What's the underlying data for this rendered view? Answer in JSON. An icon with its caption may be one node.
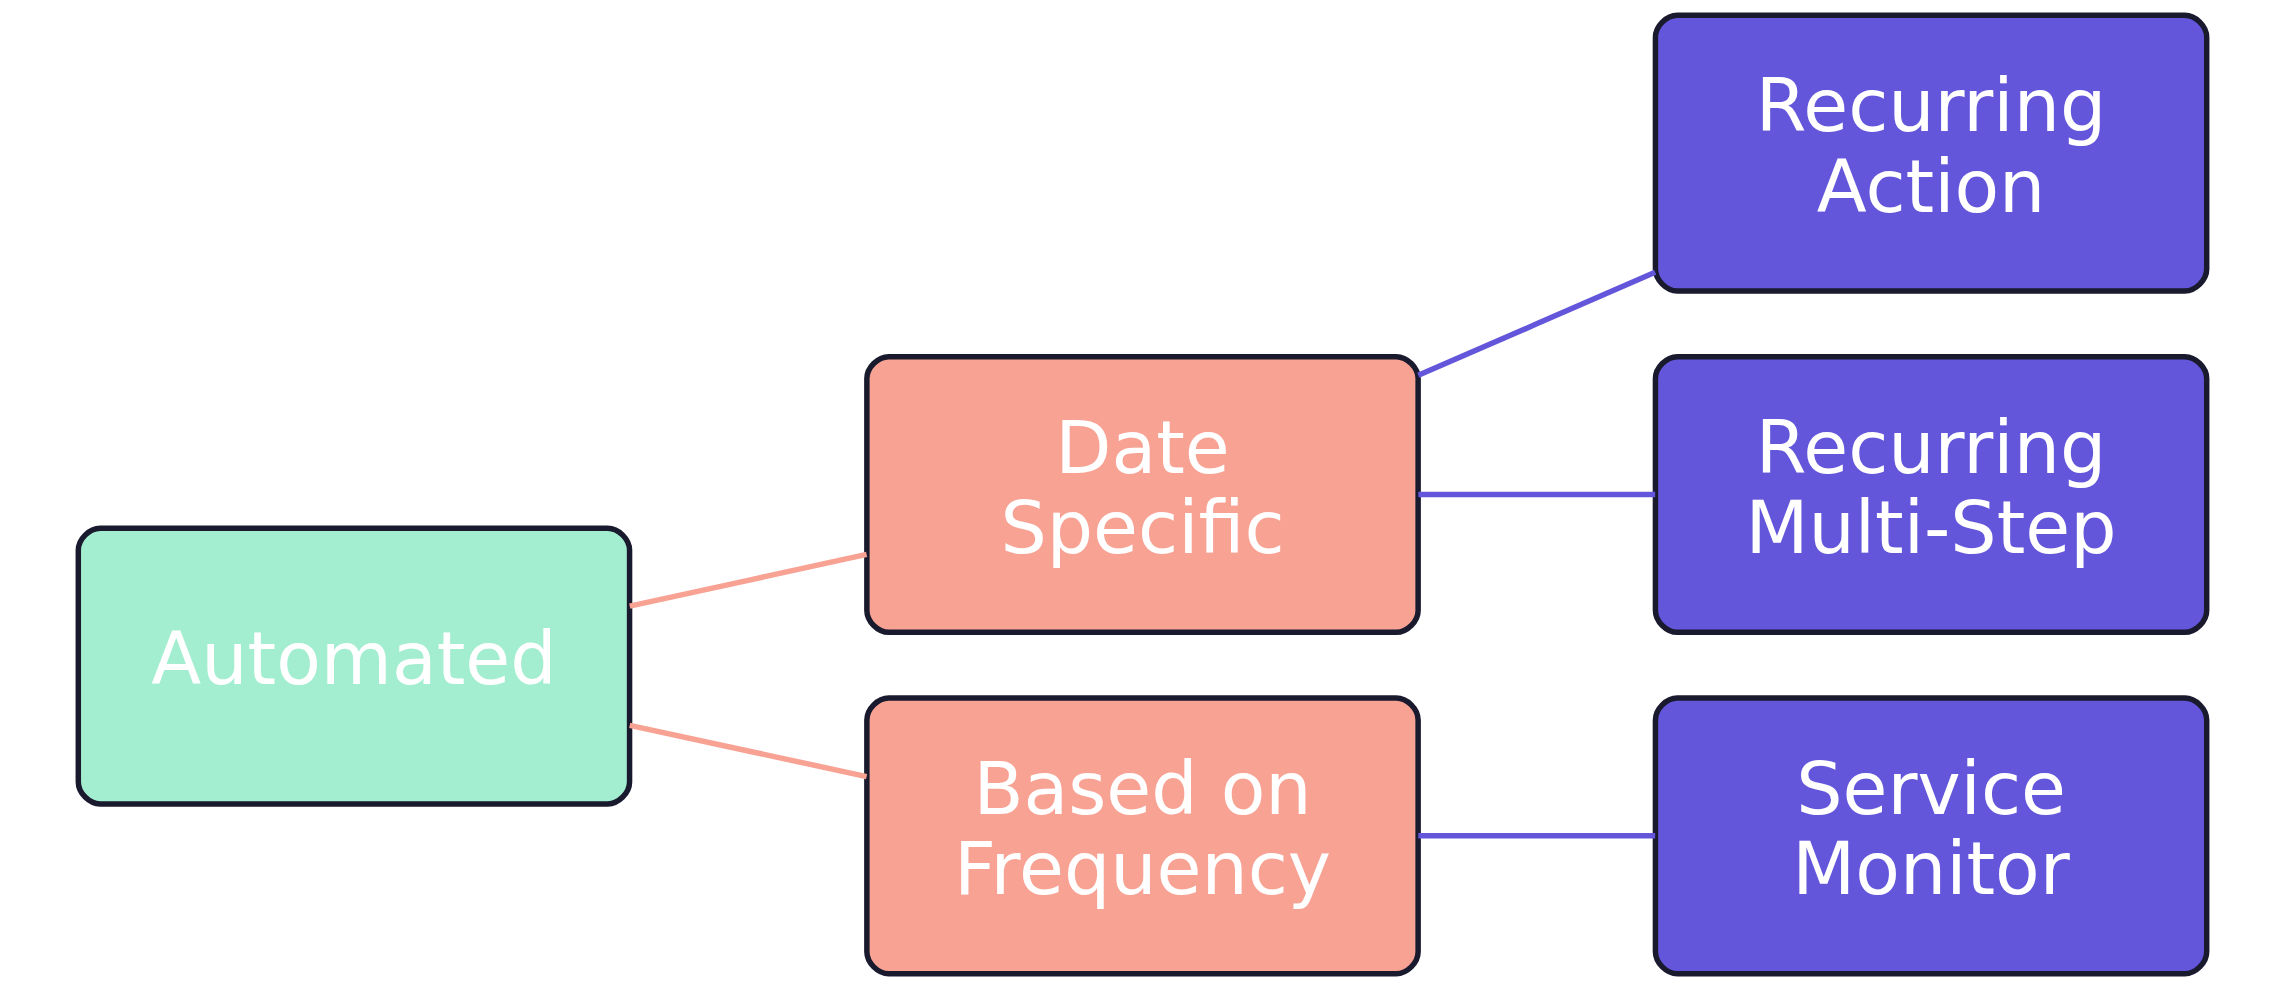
{
  "diagram": {
    "nodes": [
      {
        "text": [
          "Automated"
        ]
      },
      {
        "text": [
          "Date Specific"
        ]
      },
      {
        "text": [
          "Based on Frequency"
        ]
      },
      {
        "text": [
          "Recurring Action"
        ]
      },
      {
        "text": [
          "Recurring Multi-Step"
        ]
      },
      {
        "text": [
          "Service Monitor"
        ]
      }
    ],
    "edges": [
      {
        "from": 0,
        "to": 1,
        "arrow": "none",
        "color": "#f8a294"
      },
      {
        "from": 0,
        "to": 2,
        "arrow": "none",
        "color": "#f8a294"
      },
      {
        "from": 1,
        "to": 3,
        "arrow": "none"
      },
      {
        "from": 1,
        "to": 4,
        "arrow": "none"
      },
      {
        "from": 2,
        "to": 5,
        "arrow": "none"
      }
    ]
  }
}
